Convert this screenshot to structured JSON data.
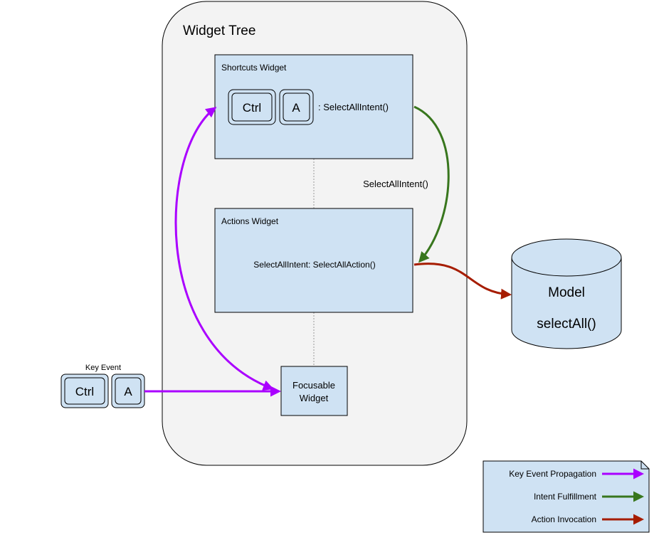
{
  "widget_tree": {
    "title": "Widget Tree"
  },
  "shortcuts_widget": {
    "title": "Shortcuts Widget",
    "keys": [
      "Ctrl",
      "A"
    ],
    "binding_text": ": SelectAllIntent()"
  },
  "intent_label": "SelectAllIntent()",
  "actions_widget": {
    "title": "Actions Widget",
    "mapping_text": "SelectAllIntent: SelectAllAction()"
  },
  "focusable_widget": {
    "line1": "Focusable",
    "line2": "Widget"
  },
  "key_event": {
    "label": "Key Event",
    "keys": [
      "Ctrl",
      "A"
    ]
  },
  "model": {
    "title": "Model",
    "method": "selectAll()"
  },
  "legend": {
    "items": [
      {
        "label": "Key Event Propagation",
        "color": "#aa00ff"
      },
      {
        "label": "Intent Fulfillment",
        "color": "#38761d"
      },
      {
        "label": "Action Invocation",
        "color": "#a61c00"
      }
    ]
  },
  "colors": {
    "box_fill": "#cfe2f3",
    "tree_fill": "#f3f3f3",
    "propagation": "#aa00ff",
    "fulfillment": "#38761d",
    "invocation": "#a61c00"
  }
}
